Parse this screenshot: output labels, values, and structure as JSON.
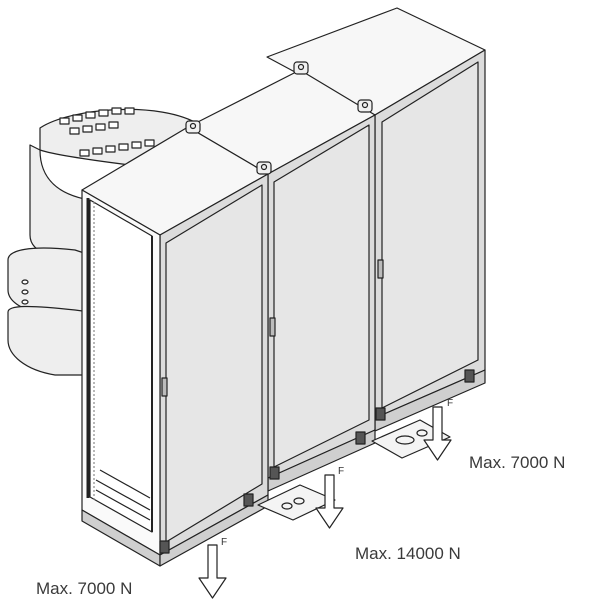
{
  "loads": {
    "right": "Max. 7000 N",
    "middle": "Max. 14000 N",
    "left": "Max. 7000 N"
  },
  "force_symbol": "F",
  "colors": {
    "outline": "#222222",
    "cabinet_face": "#dedede",
    "cabinet_top": "#f7f7f7",
    "frame_light": "#eeeeee"
  }
}
